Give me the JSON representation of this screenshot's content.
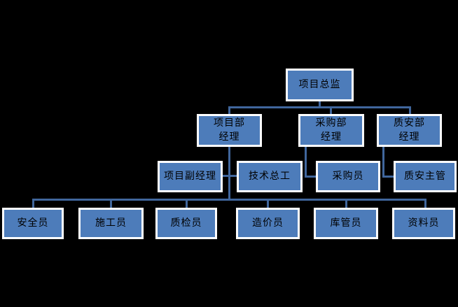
{
  "diagram": {
    "type": "org-chart",
    "colors": {
      "background": "#000000",
      "node_fill": "#4d7cba",
      "node_border": "#ffffff",
      "connector": "#40669c",
      "text": "#000000"
    },
    "nodes": {
      "director": {
        "label": "项目总监",
        "level": 1
      },
      "project_manager": {
        "label": "项目部\n经理",
        "level": 2
      },
      "purchasing_manager": {
        "label": "采购部\n经理",
        "level": 2
      },
      "quality_safety_manager": {
        "label": "质安部\n经理",
        "level": 2
      },
      "deputy_project_manager": {
        "label": "项目副经理",
        "level": 3
      },
      "chief_engineer": {
        "label": "技术总工",
        "level": 3
      },
      "purchaser": {
        "label": "采购员",
        "level": 3
      },
      "quality_safety_supervisor": {
        "label": "质安主管",
        "level": 3
      },
      "safety_officer": {
        "label": "安全员",
        "level": 4
      },
      "construction_officer": {
        "label": "施工员",
        "level": 4
      },
      "quality_inspector": {
        "label": "质检员",
        "level": 4
      },
      "cost_estimator": {
        "label": "造价员",
        "level": 4
      },
      "warehouse_keeper": {
        "label": "库管员",
        "level": 4
      },
      "document_controller": {
        "label": "资料员",
        "level": 4
      }
    },
    "edges": [
      [
        "director",
        "project_manager"
      ],
      [
        "director",
        "purchasing_manager"
      ],
      [
        "director",
        "quality_safety_manager"
      ],
      [
        "project_manager",
        "deputy_project_manager"
      ],
      [
        "project_manager",
        "chief_engineer"
      ],
      [
        "purchasing_manager",
        "purchaser"
      ],
      [
        "quality_safety_manager",
        "quality_safety_supervisor"
      ],
      [
        "project_manager",
        "safety_officer"
      ],
      [
        "project_manager",
        "construction_officer"
      ],
      [
        "project_manager",
        "quality_inspector"
      ],
      [
        "project_manager",
        "cost_estimator"
      ],
      [
        "project_manager",
        "warehouse_keeper"
      ],
      [
        "project_manager",
        "document_controller"
      ]
    ]
  }
}
